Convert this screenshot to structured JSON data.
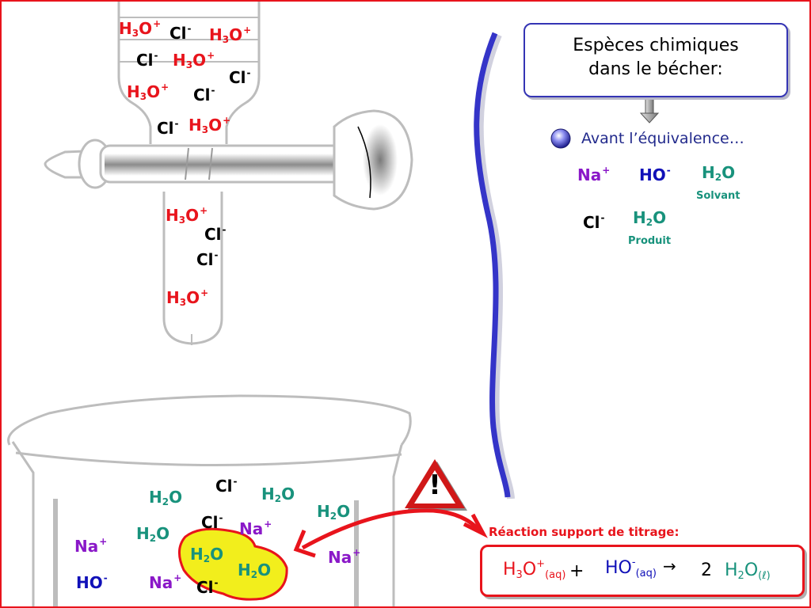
{
  "title": "Espèces chimiques dans le bécher:",
  "title_lines": [
    "Espèces chimiques",
    "dans le bécher:"
  ],
  "before_equivalence": "Avant l’équivalence…",
  "legend_species": {
    "na": {
      "base": "Na",
      "sup": "+"
    },
    "ho": {
      "base": "HO",
      "sup": "-"
    },
    "h2o_solvent": {
      "a": "H",
      "sub": "2",
      "b": "O",
      "note": "Solvant"
    },
    "cl": {
      "base": "Cl",
      "sup": "-"
    },
    "h2o_product": {
      "a": "H",
      "sub": "2",
      "b": "O",
      "note": "Produit"
    }
  },
  "burette_ions": [
    {
      "kind": "h3o"
    },
    {
      "kind": "cl"
    },
    {
      "kind": "h3o"
    },
    {
      "kind": "cl"
    },
    {
      "kind": "h3o"
    },
    {
      "kind": "cl"
    },
    {
      "kind": "h3o"
    },
    {
      "kind": "cl"
    },
    {
      "kind": "cl"
    },
    {
      "kind": "h3o"
    },
    {
      "kind": "h3o"
    },
    {
      "kind": "cl"
    },
    {
      "kind": "cl"
    },
    {
      "kind": "h3o"
    }
  ],
  "beaker_species": [
    {
      "kind": "cl"
    },
    {
      "kind": "h2o"
    },
    {
      "kind": "h2o"
    },
    {
      "kind": "h2o"
    },
    {
      "kind": "cl"
    },
    {
      "kind": "na"
    },
    {
      "kind": "h2o"
    },
    {
      "kind": "na"
    },
    {
      "kind": "na"
    },
    {
      "kind": "h2o"
    },
    {
      "kind": "h2o"
    },
    {
      "kind": "ho"
    },
    {
      "kind": "na"
    },
    {
      "kind": "cl"
    }
  ],
  "ion_labels": {
    "h3o": {
      "a": "H",
      "sub": "3",
      "b": "O",
      "sup": "+"
    },
    "cl": {
      "base": "Cl",
      "sup": "-"
    },
    "h2o": {
      "a": "H",
      "sub": "2",
      "b": "O"
    },
    "na": {
      "base": "Na",
      "sup": "+"
    },
    "ho": {
      "base": "HO",
      "sup": "-"
    }
  },
  "reaction_label": "Réaction support de titrage:",
  "reaction": {
    "r1": {
      "a": "H",
      "sub": "3",
      "b": "O",
      "sup": "+",
      "state": "(aq)"
    },
    "plus": "+",
    "r2": {
      "base": "HO",
      "sup": "-",
      "state": "(aq)"
    },
    "arrow": "→",
    "coef": "2",
    "p1": {
      "a": "H",
      "sub": "2",
      "b": "O",
      "state_open": "(",
      "state": "ℓ",
      "state_close": ")"
    }
  },
  "warning_symbol": "!",
  "colors": {
    "frame": "#e8141c",
    "h3o": "#e8141c",
    "cl": "#000000",
    "h2o": "#18927c",
    "na": "#8a18c8",
    "ho": "#1010b8",
    "highlight": "#f2ee1c",
    "separator": "#3434c8",
    "title_border": "#3434b4"
  },
  "icons": {
    "bullet": "blue-sphere-icon",
    "down_arrow": "gray-down-arrow-icon",
    "warning": "warning-triangle-icon",
    "double_arrow": "red-double-arrow-icon"
  }
}
